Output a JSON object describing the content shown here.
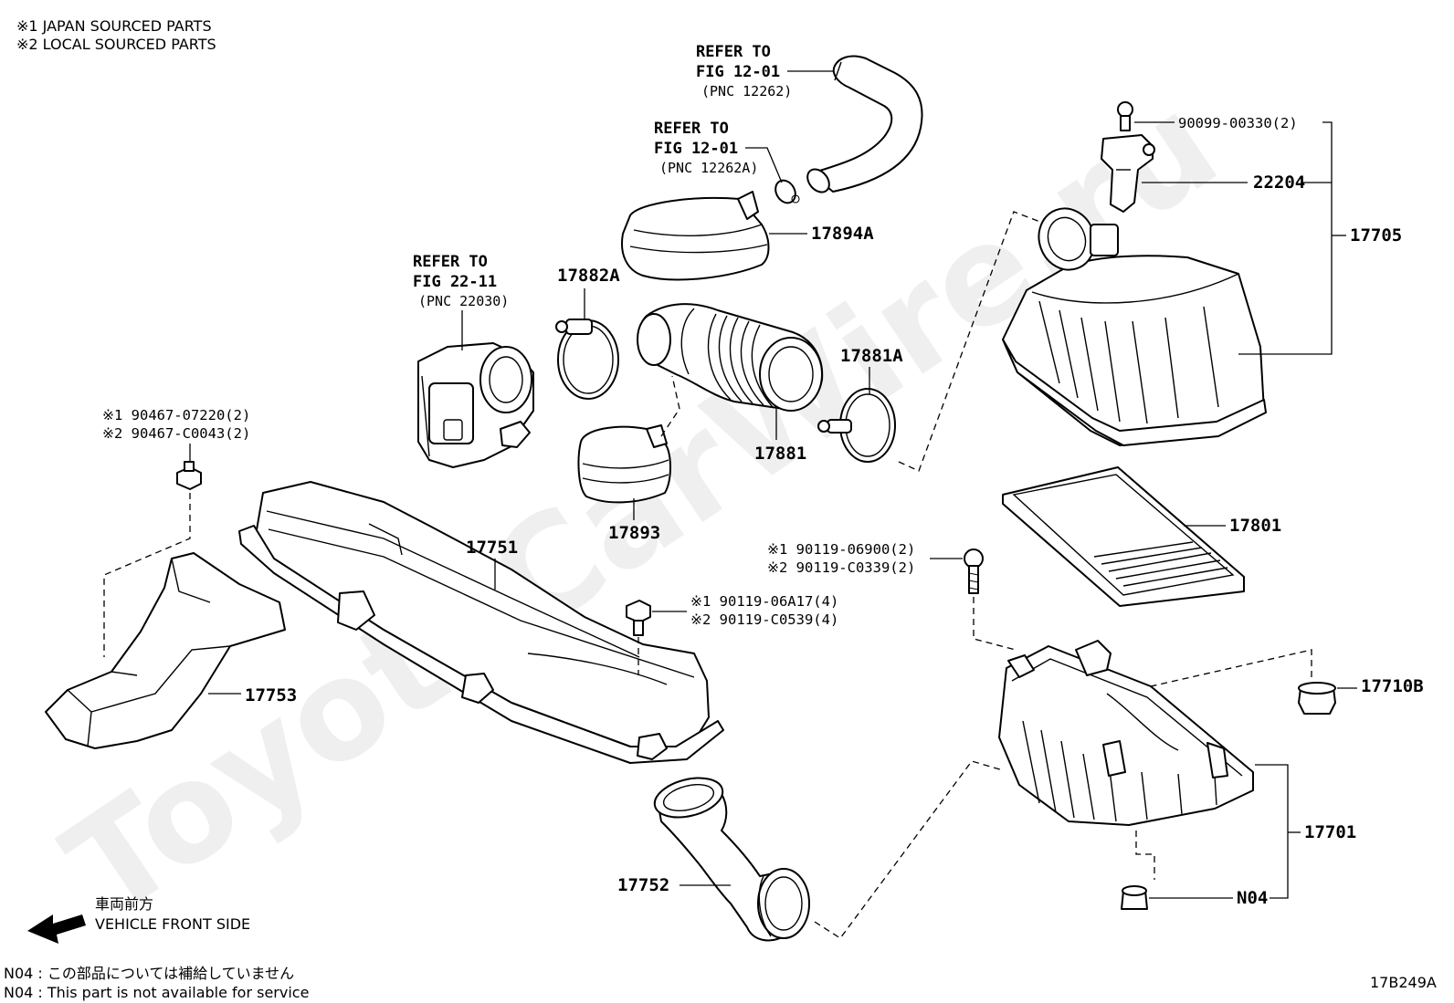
{
  "notes": {
    "japan": "※1  JAPAN SOURCED PARTS",
    "local": "※2  LOCAL SOURCED PARTS"
  },
  "refs": {
    "r1": {
      "line1": "REFER TO",
      "line2": "FIG 12-01",
      "pnc": "(PNC 12262)"
    },
    "r2": {
      "line1": "REFER TO",
      "line2": "FIG 12-01",
      "pnc": "(PNC 12262A)"
    },
    "r3": {
      "line1": "REFER TO",
      "line2": "FIG 22-11",
      "pnc": "(PNC 22030)"
    }
  },
  "parts": {
    "p17894A": "17894A",
    "p17882A": "17882A",
    "p17881A": "17881A",
    "p17881": "17881",
    "p17893": "17893",
    "p17751": "17751",
    "p17753": "17753",
    "p17752": "17752",
    "p22204": "22204",
    "p17705": "17705",
    "p17801": "17801",
    "p17710B": "17710B",
    "p17701": "17701",
    "pN04": "N04",
    "p90099": "90099-00330(2)"
  },
  "bolts": {
    "b1a": "※1 90467-07220(2)",
    "b1b": "※2 90467-C0043(2)",
    "b2a": "※1 90119-06900(2)",
    "b2b": "※2 90119-C0339(2)",
    "b3a": "※1 90119-06A17(4)",
    "b3b": "※2 90119-C0539(4)"
  },
  "direction": {
    "jp": "車両前方",
    "en": "VEHICLE FRONT SIDE"
  },
  "footer": {
    "jp": "N04 : この部品については補給していません",
    "en": "N04 : This part is not available for service",
    "code": "17B249A"
  },
  "watermark": "ToyotaCarWire.ru"
}
